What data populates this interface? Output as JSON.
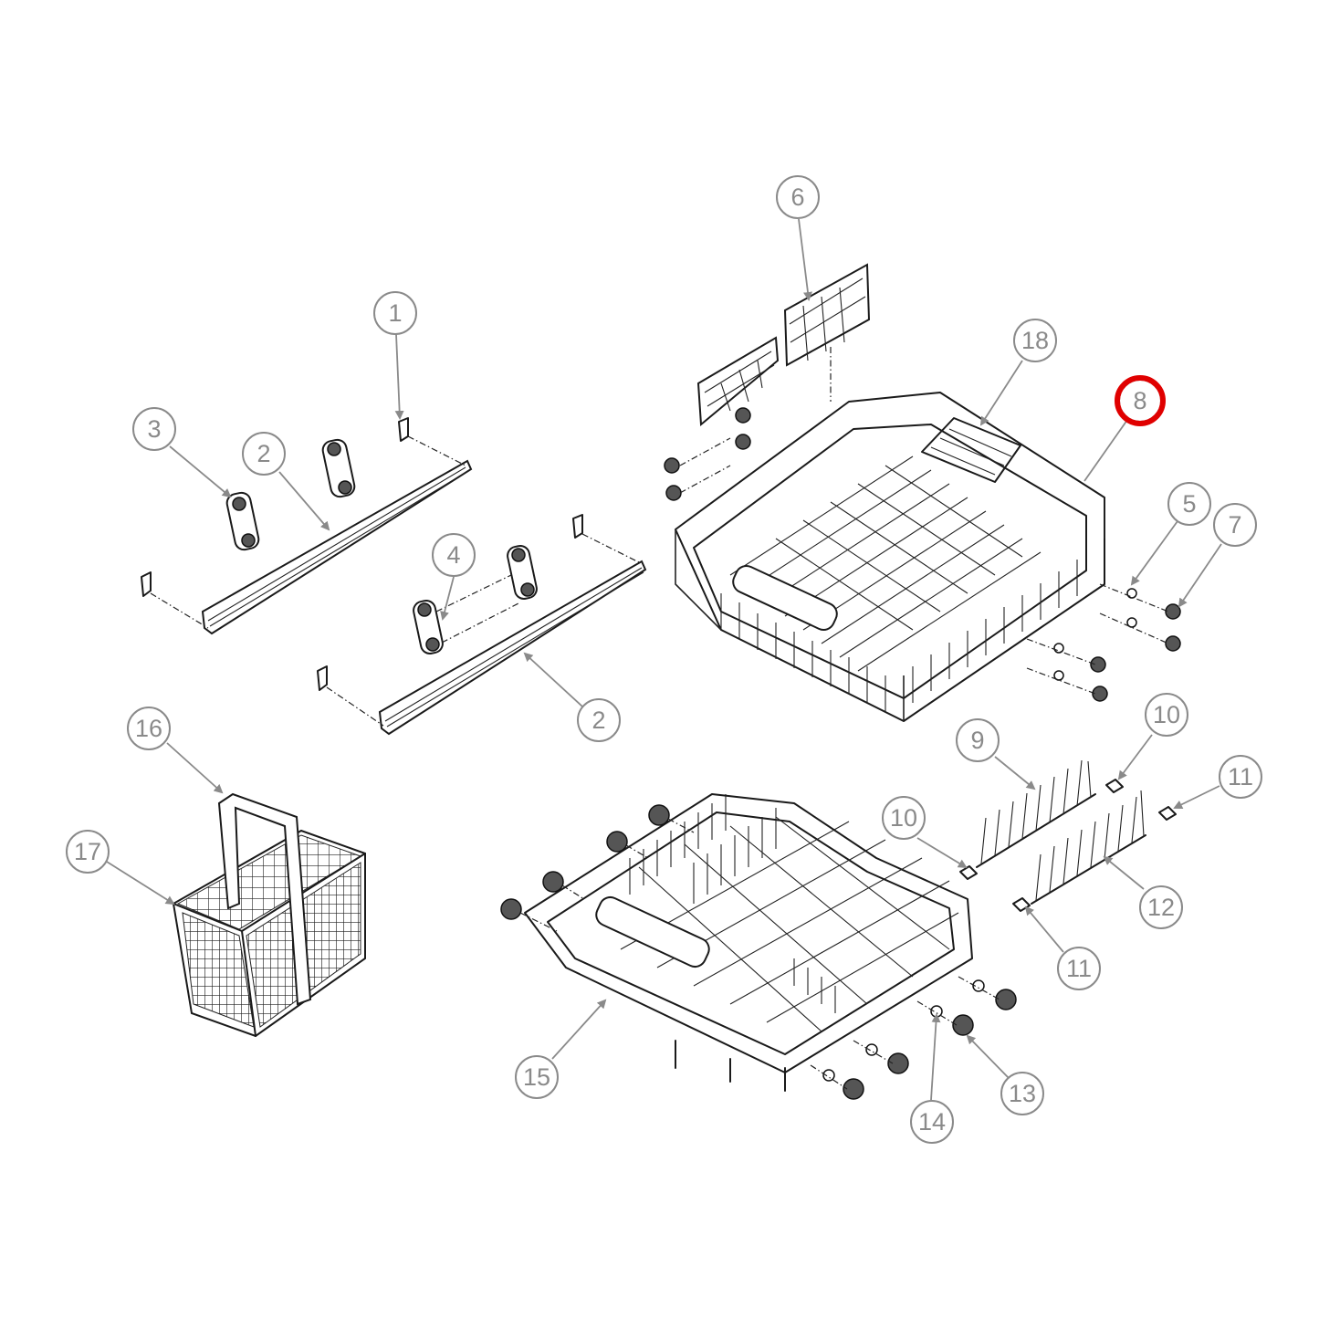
{
  "diagram": {
    "highlight_color": "#e00000",
    "leader_color": "#8a8a8a",
    "highlighted_callout": "8",
    "callouts": [
      {
        "id": "c1",
        "label": "1"
      },
      {
        "id": "c2a",
        "label": "2"
      },
      {
        "id": "c2b",
        "label": "2"
      },
      {
        "id": "c3",
        "label": "3"
      },
      {
        "id": "c4",
        "label": "4"
      },
      {
        "id": "c5",
        "label": "5"
      },
      {
        "id": "c6",
        "label": "6"
      },
      {
        "id": "c7",
        "label": "7"
      },
      {
        "id": "c8",
        "label": "8"
      },
      {
        "id": "c9",
        "label": "9"
      },
      {
        "id": "c10a",
        "label": "10"
      },
      {
        "id": "c10b",
        "label": "10"
      },
      {
        "id": "c11a",
        "label": "11"
      },
      {
        "id": "c11b",
        "label": "11"
      },
      {
        "id": "c12",
        "label": "12"
      },
      {
        "id": "c13",
        "label": "13"
      },
      {
        "id": "c14",
        "label": "14"
      },
      {
        "id": "c15",
        "label": "15"
      },
      {
        "id": "c16",
        "label": "16"
      },
      {
        "id": "c17",
        "label": "17"
      },
      {
        "id": "c18",
        "label": "18"
      }
    ]
  }
}
